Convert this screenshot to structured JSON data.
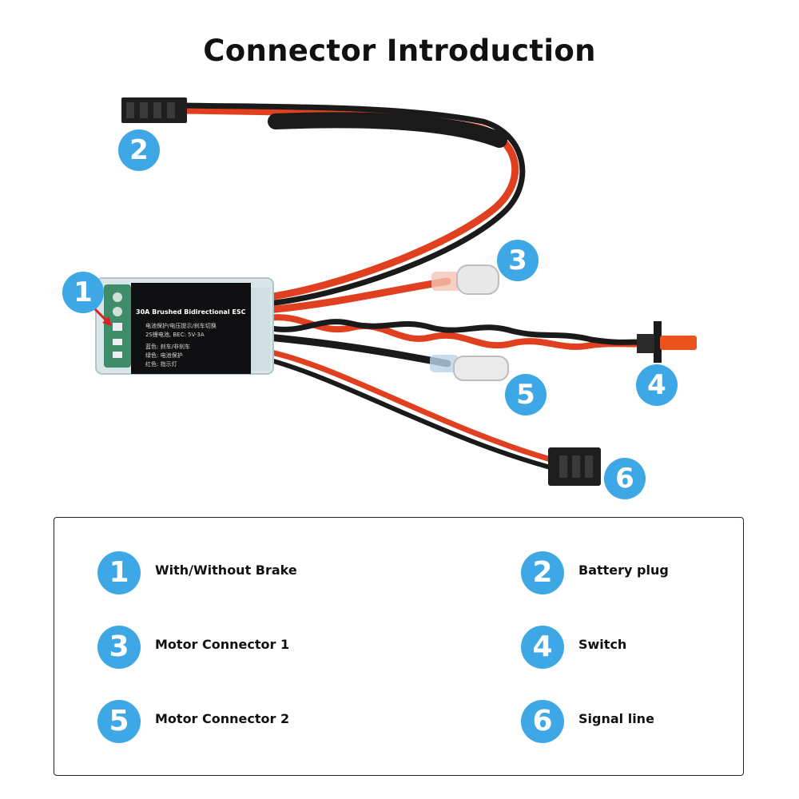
{
  "title": "Connector Introduction",
  "device": {
    "label_title": "30A Brushed Bidirectional ESC",
    "label_lines": [
      "电池保护/电压提示/刹车切换",
      "2S锂电池, BEC: 5V-3A",
      "蓝色: 刹车/非刹车",
      "绿色: 电池保护",
      "红色: 指示灯"
    ]
  },
  "callouts": [
    "1",
    "2",
    "3",
    "4",
    "5",
    "6"
  ],
  "legend": [
    {
      "number": "1",
      "label": "With/Without Brake"
    },
    {
      "number": "2",
      "label": "Battery plug"
    },
    {
      "number": "3",
      "label": "Motor Connector 1"
    },
    {
      "number": "4",
      "label": "Switch"
    },
    {
      "number": "5",
      "label": "Motor Connector 2"
    },
    {
      "number": "6",
      "label": "Signal line"
    }
  ],
  "colors": {
    "badge": "#3ea7e6",
    "wire_red": "#e0401f",
    "wire_black": "#1a1a1a",
    "pcb": "#3e8c6a"
  }
}
